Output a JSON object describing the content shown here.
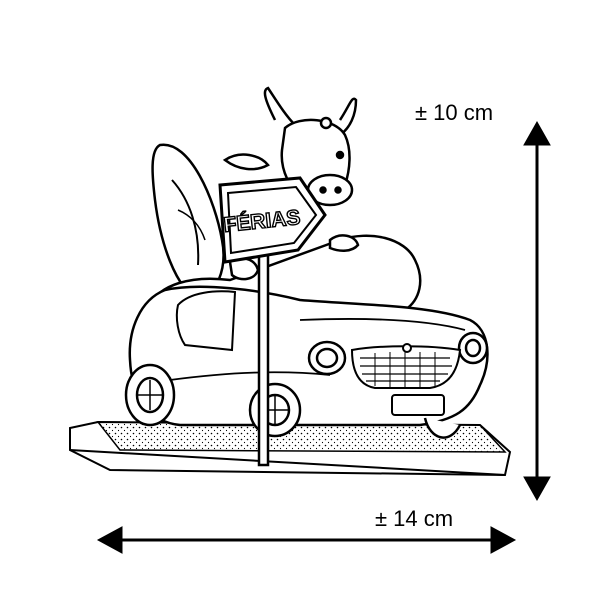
{
  "dimensions": {
    "height_label": "± 10 cm",
    "width_label": "± 14 cm"
  },
  "sign": {
    "text": "FÉRIAS"
  },
  "colors": {
    "ink": "#000000",
    "background": "#ffffff"
  }
}
